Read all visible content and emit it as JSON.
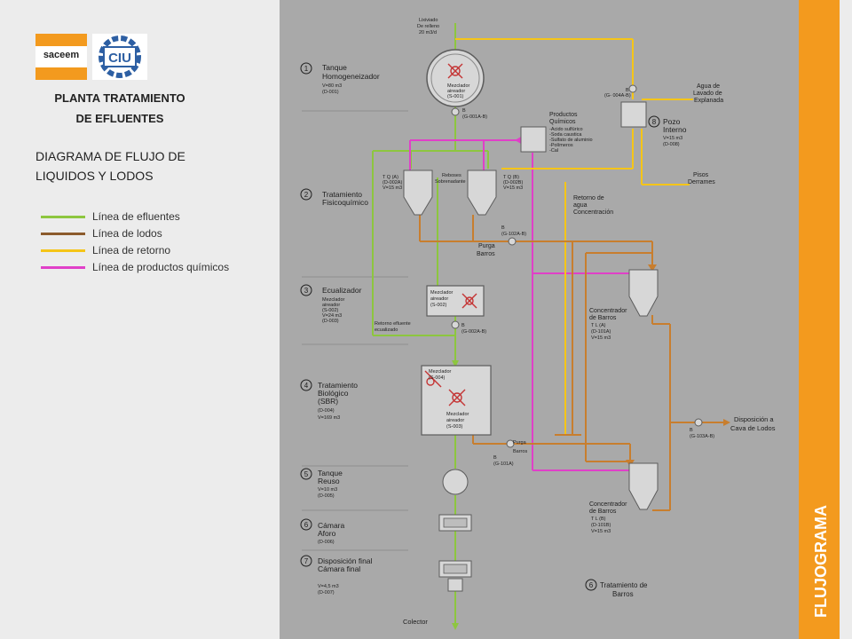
{
  "header": {
    "logo_left_text": "saceem",
    "logo_right_text": "CIU",
    "title_line1": "PLANTA TRATAMIENTO",
    "title_line2": "DE EFLUENTES",
    "subtitle_line1": "DIAGRAMA DE FLUJO DE",
    "subtitle_line2": "LIQUIDOS Y LODOS"
  },
  "legend": [
    {
      "label": "Línea de efluentes",
      "color": "#8dc63f"
    },
    {
      "label": "Línea de lodos",
      "color": "#8b5a2b"
    },
    {
      "label": "Línea de retorno",
      "color": "#f5c518"
    },
    {
      "label": "Línea de productos químicos",
      "color": "#e040c8"
    }
  ],
  "side_label": "FLUJOGRAMA",
  "colors": {
    "orange": "#f39a1e",
    "effluent": "#8dc63f",
    "sludge": "#c87e2e",
    "return": "#f5c518",
    "chemical": "#e040c8"
  },
  "stages": [
    {
      "num": "1",
      "title1": "Tanque",
      "title2": "Homogeneizador",
      "detail1": "V=80 m3",
      "detail2": "(D-001)"
    },
    {
      "num": "2",
      "title1": "Tratamiento",
      "title2": "Fisicoquímico"
    },
    {
      "num": "3",
      "title1": "Ecualizador",
      "detail1": "Mezclador",
      "detail2": "aireador",
      "detail3": "(S-002)",
      "detail4": "V=24 m3",
      "detail5": "(D-003)"
    },
    {
      "num": "4",
      "title1": "Tratamiento",
      "title2": "Biológico",
      "title3": "(SBR)",
      "detail1": "(D-004)",
      "detail2": "V=169 m3"
    },
    {
      "num": "5",
      "title1": "Tanque",
      "title2": "Reuso",
      "detail1": "V=10 m3",
      "detail2": "(D-005)"
    },
    {
      "num": "6",
      "title1": "Cámara",
      "title2": "Aforo",
      "detail1": "(D-006)"
    },
    {
      "num": "7",
      "title1": "Disposición final",
      "title2": "Cámara final",
      "detail1": "V=4,5 m3",
      "detail2": "(D-007)"
    },
    {
      "num": "8",
      "title1": "Pozo",
      "title2": "Interno",
      "detail1": "V=15 m3",
      "detail2": "(D-008)"
    },
    {
      "num": "6",
      "title1": "Tratamiento de",
      "title2": "Barros"
    }
  ],
  "labels": {
    "lixiviado1": "Lixiviado",
    "lixiviado2": "De relleno",
    "lixiviado3": "20 m3/d",
    "mezclador_s001_1": "Mezclador",
    "mezclador_s001_2": "aireador",
    "mezclador_s001_3": "(S-001)",
    "pump_g001": "(G-001A-B)",
    "pump_b": "B",
    "productos1": "Productos",
    "productos2": "Químicos",
    "quim1": "-Acido sulfúrico",
    "quim2": "-Soda caustica",
    "quim3": "-Sulfato de aluminio",
    "quim4": "-Polímeros",
    "quim5": "-Cal",
    "tqa1": "T Q (A)",
    "tqa2": "(D-002A)",
    "tqa3": "V=15 m3",
    "tqb1": "T Q (B)",
    "tqb2": "(D-002B)",
    "tqb3": "V=15 m3",
    "reboses1": "Reboses",
    "reboses2": "Sobrenadante",
    "pump_g102": "(G-102A-B)",
    "purga1": "Purga",
    "purga2": "Barros",
    "retorno1": "Retorno de",
    "retorno2": "agua",
    "retorno3": "Concentración",
    "agua1": "Agua de",
    "agua2": "Lavado de",
    "agua3": "Explanada",
    "pump_g004": "(G- 004A-B)",
    "pisos1": "Pisos",
    "pisos2": "Derrames",
    "ecua_mez1": "Mezclador",
    "ecua_mez2": "aireador",
    "ecua_mez3": "(S-002)",
    "retorno_ecu1": "Retorno efluente",
    "retorno_ecu2": "ecualizado",
    "pump_g002": "(G-002A-B)",
    "sbr_mez1": "Mezclador",
    "sbr_mez2": "(S-004)",
    "sbr_mez3": "Mezclador",
    "sbr_mez4": "aireador",
    "sbr_mez5": "(S-003)",
    "conc_a1": "Concentrador",
    "conc_a2": "de Barros",
    "conc_a3": "T L (A)",
    "conc_a4": "(D-101A)",
    "conc_a5": "V=15 m3",
    "conc_b1": "Concentrador",
    "conc_b2": "de Barros",
    "conc_b3": "T L (B)",
    "conc_b4": "(D-101B)",
    "conc_b5": "V=15 m3",
    "disp1": "Disposición a",
    "disp2": "Cava de Lodos",
    "pump_g103": "(G-103A-B)",
    "purga_b1": "Purga",
    "purga_b2": "Barros",
    "pump_g101": "(G-101A)",
    "colector": "Colector"
  }
}
